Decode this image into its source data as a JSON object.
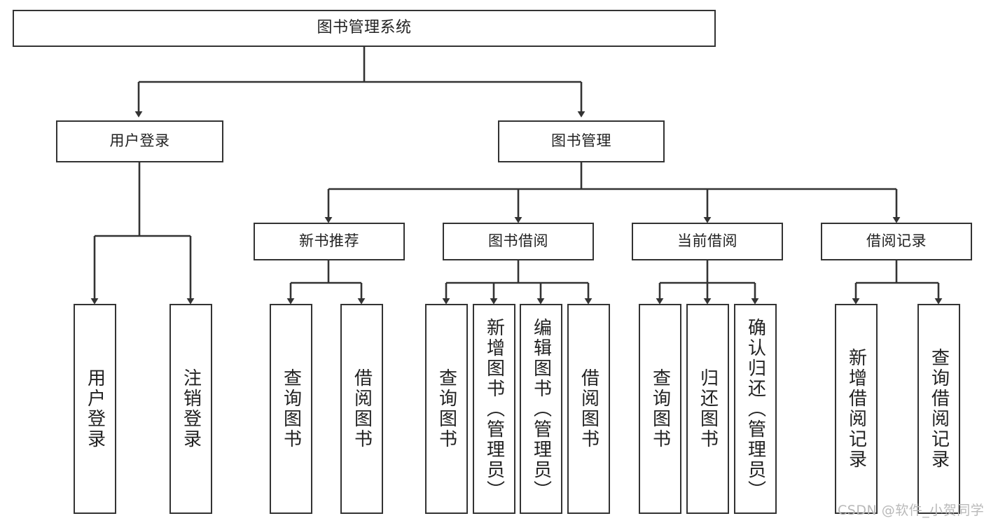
{
  "diagram": {
    "title": "图书管理系统",
    "watermark": "CSDN @软件_小贺同学",
    "colors": {
      "stroke": "#333333",
      "fill": "#ffffff",
      "text": "#222222",
      "watermark": "#b9b9b9"
    },
    "nodes": {
      "root": {
        "label": "图书管理系统"
      },
      "level1": [
        {
          "label": "用户登录"
        },
        {
          "label": "图书管理"
        }
      ],
      "level2": [
        {
          "label": "新书推荐"
        },
        {
          "label": "图书借阅"
        },
        {
          "label": "当前借阅"
        },
        {
          "label": "借阅记录"
        }
      ],
      "leaves": {
        "user_login": [
          {
            "label": "用户登录"
          },
          {
            "label": "注销登录"
          }
        ],
        "new_book": [
          {
            "label": "查询图书"
          },
          {
            "label": "借阅图书"
          }
        ],
        "borrow": [
          {
            "label": "查询图书"
          },
          {
            "label": "新增图书（管理员）"
          },
          {
            "label": "编辑图书（管理员）"
          },
          {
            "label": "借阅图书"
          }
        ],
        "current": [
          {
            "label": "查询图书"
          },
          {
            "label": "归还图书"
          },
          {
            "label": "确认归还（管理员）"
          }
        ],
        "records": [
          {
            "label": "新增借阅记录"
          },
          {
            "label": "查询借阅记录"
          }
        ]
      }
    }
  }
}
